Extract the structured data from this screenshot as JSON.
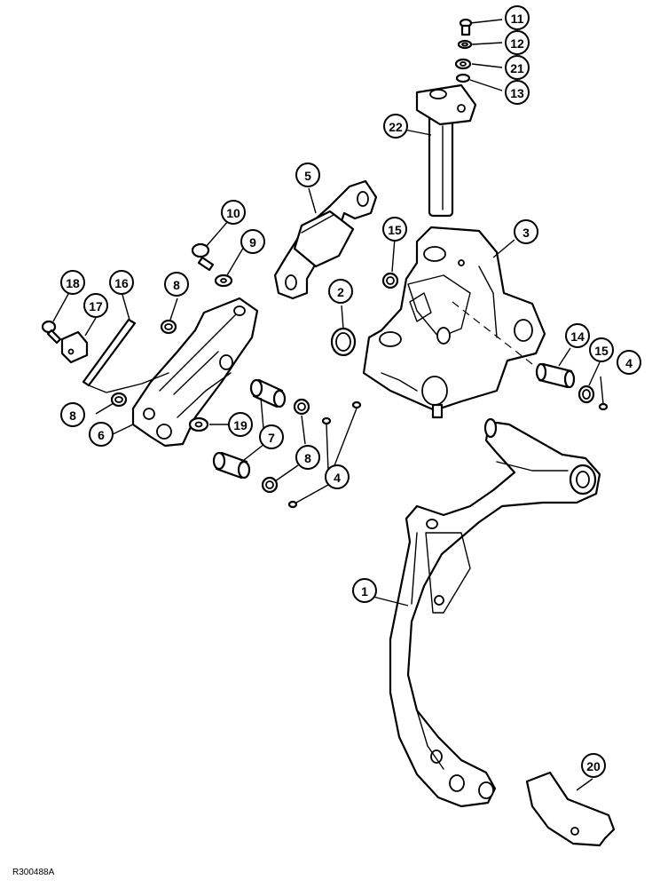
{
  "diagram": {
    "reference_code": "R300488A",
    "callouts": [
      {
        "id": "c1",
        "label": "1"
      },
      {
        "id": "c2",
        "label": "2"
      },
      {
        "id": "c3",
        "label": "3"
      },
      {
        "id": "c4a",
        "label": "4"
      },
      {
        "id": "c4b",
        "label": "4"
      },
      {
        "id": "c5",
        "label": "5"
      },
      {
        "id": "c6",
        "label": "6"
      },
      {
        "id": "c7",
        "label": "7"
      },
      {
        "id": "c8a",
        "label": "8"
      },
      {
        "id": "c8b",
        "label": "8"
      },
      {
        "id": "c8c",
        "label": "8"
      },
      {
        "id": "c9",
        "label": "9"
      },
      {
        "id": "c10",
        "label": "10"
      },
      {
        "id": "c11",
        "label": "11"
      },
      {
        "id": "c12",
        "label": "12"
      },
      {
        "id": "c13",
        "label": "13"
      },
      {
        "id": "c14",
        "label": "14"
      },
      {
        "id": "c15a",
        "label": "15"
      },
      {
        "id": "c15b",
        "label": "15"
      },
      {
        "id": "c16",
        "label": "16"
      },
      {
        "id": "c17",
        "label": "17"
      },
      {
        "id": "c18",
        "label": "18"
      },
      {
        "id": "c19",
        "label": "19"
      },
      {
        "id": "c20",
        "label": "20"
      },
      {
        "id": "c21",
        "label": "21"
      },
      {
        "id": "c22",
        "label": "22"
      }
    ]
  }
}
